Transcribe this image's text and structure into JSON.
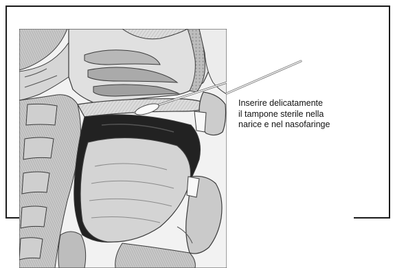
{
  "caption": {
    "line1": "Inserire delicatamente",
    "line2": "il tampone sterile nella",
    "line3": "narice e nel nasofaringe"
  },
  "illustration": {
    "subject": "sagittal-head-section",
    "swab_icon": "swab-icon",
    "colors": {
      "tissue_light": "#e6e6e6",
      "tissue_mid": "#c4c4c4",
      "tissue_dark": "#8a8a8a",
      "outline": "#3a3a3a",
      "swab": "#f4f4f4"
    }
  }
}
